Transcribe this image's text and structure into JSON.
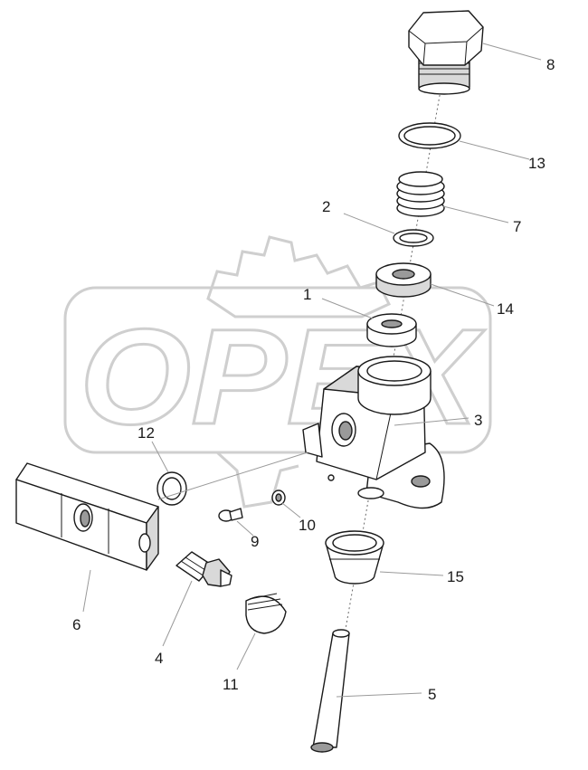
{
  "watermark": {
    "text": "OPEX"
  },
  "callouts": [
    {
      "id": "1",
      "label": "1"
    },
    {
      "id": "2",
      "label": "2"
    },
    {
      "id": "3",
      "label": "3"
    },
    {
      "id": "4",
      "label": "4"
    },
    {
      "id": "5",
      "label": "5"
    },
    {
      "id": "6",
      "label": "6"
    },
    {
      "id": "7",
      "label": "7"
    },
    {
      "id": "8",
      "label": "8"
    },
    {
      "id": "9",
      "label": "9"
    },
    {
      "id": "10",
      "label": "10"
    },
    {
      "id": "11",
      "label": "11"
    },
    {
      "id": "12",
      "label": "12"
    },
    {
      "id": "13",
      "label": "13"
    },
    {
      "id": "14",
      "label": "14"
    },
    {
      "id": "15",
      "label": "15"
    }
  ]
}
